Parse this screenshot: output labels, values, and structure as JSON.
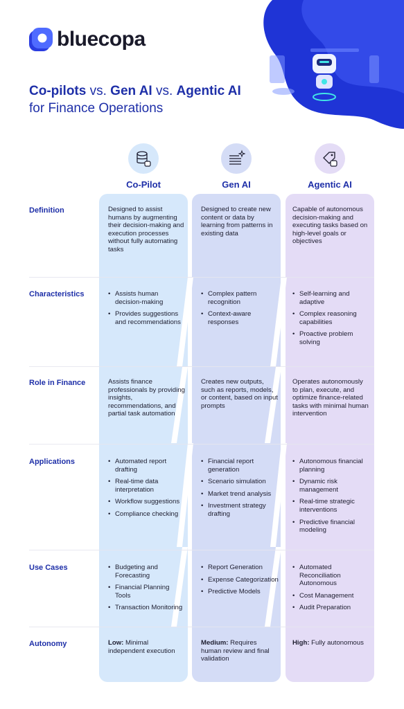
{
  "brand": {
    "name": "bluecopa"
  },
  "title": {
    "copilots": "Co-pilots",
    "vs1": " vs. ",
    "genai": "Gen AI",
    "vs2": " vs. ",
    "agentic": "Agentic AI",
    "line2": "for Finance Operations"
  },
  "columns": [
    {
      "label": "Co-Pilot",
      "icon": "database-bot-icon",
      "color": "#d6e8fb"
    },
    {
      "label": "Gen AI",
      "icon": "document-sparkle-icon",
      "color": "#d4dcf6"
    },
    {
      "label": "Agentic AI",
      "icon": "tag-bot-icon",
      "color": "#e4dcf6"
    }
  ],
  "rows": {
    "definition": {
      "label": "Definition",
      "copilot": "Designed to assist humans by augmenting their decision-making and execution processes without fully automating tasks",
      "genai": "Designed to create new content or data by learning from patterns in existing data",
      "agentic": "Capable of autonomous decision-making and executing tasks based on high-level goals or objectives"
    },
    "characteristics": {
      "label": "Characteristics",
      "copilot": [
        "Assists human decision-making",
        "Provides suggestions and recommendations"
      ],
      "genai": [
        "Complex pattern recognition",
        "Context-aware responses"
      ],
      "agentic": [
        "Self-learning and adaptive",
        "Complex reasoning capabilities",
        "Proactive problem solving"
      ]
    },
    "role": {
      "label": "Role in Finance",
      "copilot": "Assists finance professionals by providing insights, recommendations, and partial task automation",
      "genai": "Creates new outputs, such as reports, models, or content, based on input prompts",
      "agentic": "Operates autonomously to plan, execute, and optimize finance-related tasks with minimal human intervention"
    },
    "applications": {
      "label": "Applications",
      "copilot": [
        "Automated report drafting",
        "Real-time data interpretation",
        "Workflow suggestions",
        "Compliance checking"
      ],
      "genai": [
        "Financial report generation",
        "Scenario simulation",
        "Market trend analysis",
        "Investment strategy drafting"
      ],
      "agentic": [
        "Autonomous financial planning",
        "Dynamic risk management",
        "Real-time strategic interventions",
        "Predictive financial modeling"
      ]
    },
    "usecases": {
      "label": "Use Cases",
      "copilot": [
        "Budgeting and Forecasting",
        "Financial Planning Tools",
        "Transaction Monitoring"
      ],
      "genai": [
        "Report Generation",
        "Expense Categorization",
        "Predictive Models"
      ],
      "agentic": [
        "Automated Reconciliation Autonomous",
        "Cost Management",
        "Audit Preparation"
      ]
    },
    "autonomy": {
      "label": "Autonomy",
      "copilot": {
        "level": "Low:",
        "text": " Minimal independent execution"
      },
      "genai": {
        "level": "Medium:",
        "text": " Requires human review and final validation"
      },
      "agentic": {
        "level": "High:",
        "text": " Fully autonomous"
      }
    }
  }
}
